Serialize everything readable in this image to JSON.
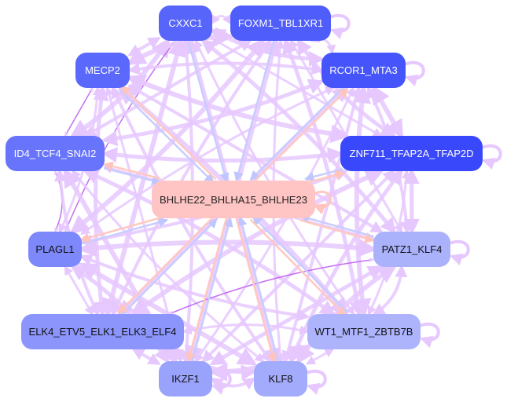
{
  "diagram": {
    "type": "gene-regulatory-network",
    "center": {
      "id": "bhlhe",
      "label": "BHLHE22_BHLHA15_BHLHE23",
      "color": "#ffc4c4",
      "text_color": "#222222"
    },
    "nodes": [
      {
        "id": "cxxc1",
        "label": "CXXC1",
        "color": "#5865fb",
        "text_color": "#ffffff",
        "self_loop": false
      },
      {
        "id": "foxm1",
        "label": "FOXM1_TBL1XR1",
        "color": "#4f5dfb",
        "text_color": "#ffffff",
        "self_loop": true
      },
      {
        "id": "mecp2",
        "label": "MECP2",
        "color": "#5a68fb",
        "text_color": "#ffffff",
        "self_loop": false
      },
      {
        "id": "rcor1",
        "label": "RCOR1_MTA3",
        "color": "#4655fb",
        "text_color": "#ffffff",
        "self_loop": true
      },
      {
        "id": "id4",
        "label": "ID4_TCF4_SNAI2",
        "color": "#6774fb",
        "text_color": "#ffffff",
        "self_loop": false
      },
      {
        "id": "znf711",
        "label": "ZNF711_TFAP2A_TFAP2D",
        "color": "#3a48fb",
        "text_color": "#ffffff",
        "self_loop": true
      },
      {
        "id": "plagl1",
        "label": "PLAGL1",
        "color": "#7d89fb",
        "text_color": "#111111",
        "self_loop": false
      },
      {
        "id": "patz1",
        "label": "PATZ1_KLF4",
        "color": "#abb2fc",
        "text_color": "#111111",
        "self_loop": true
      },
      {
        "id": "elk4",
        "label": "ELK4_ETV5_ELK1_ELK3_ELF4",
        "color": "#8b95fb",
        "text_color": "#111111",
        "self_loop": false
      },
      {
        "id": "wt1",
        "label": "WT1_MTF1_ZBTB7B",
        "color": "#adb4fc",
        "text_color": "#111111",
        "self_loop": true
      },
      {
        "id": "ikzf1",
        "label": "IKZF1",
        "color": "#9aa3fb",
        "text_color": "#111111",
        "self_loop": true
      },
      {
        "id": "klf8",
        "label": "KLF8",
        "color": "#a3abfc",
        "text_color": "#111111",
        "self_loop": true
      }
    ],
    "edge_colors": {
      "peripheral": "#e6c8ff",
      "peripheral_strong": "#c060f0",
      "to_center": "#c8ccff",
      "from_center": "#ffc8c0"
    }
  }
}
